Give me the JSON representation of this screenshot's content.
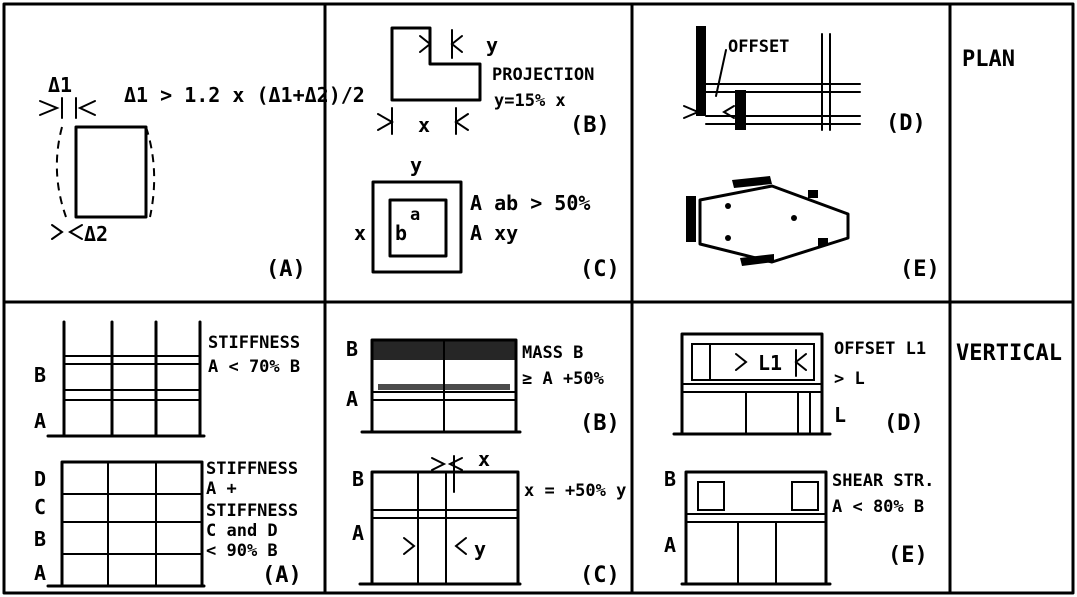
{
  "row_labels": {
    "plan": "PLAN",
    "vertical": "VERTICAL"
  },
  "plan": {
    "a": {
      "delta1": "Δ1",
      "formula": "Δ1 > 1.2 x (Δ1+Δ2)/2",
      "delta2": "Δ2",
      "tag": "(A)"
    },
    "b": {
      "y": "y",
      "x": "x",
      "projection": "PROJECTION",
      "rule": "y=15% x",
      "tag": "(B)"
    },
    "c": {
      "y": "y",
      "x": "x",
      "a": "a",
      "b": "b",
      "rule1": "A ab > 50%",
      "rule2": "A xy",
      "tag": "(C)"
    },
    "d": {
      "offset": "OFFSET",
      "tag": "(D)"
    },
    "e": {
      "tag": "(E)"
    }
  },
  "vertical": {
    "a_top": {
      "B": "B",
      "A": "A",
      "l1": "STIFFNESS",
      "l2": "A < 70% B"
    },
    "a_bottom": {
      "D": "D",
      "C": "C",
      "B": "B",
      "A": "A",
      "l1": "STIFFNESS",
      "l2": "A +",
      "l3": "STIFFNESS",
      "l4": "C and D",
      "l5": "< 90% B",
      "tag": "(A)"
    },
    "b": {
      "B": "B",
      "A": "A",
      "l1": "MASS B",
      "l2": "≥ A +50%",
      "tag": "(B)"
    },
    "c": {
      "B": "B",
      "A": "A",
      "x": "x",
      "y": "y",
      "rule": "x = +50% y",
      "tag": "(C)"
    },
    "d": {
      "l1": "OFFSET L1",
      "l2": "> L",
      "L1": "L1",
      "L": "L",
      "tag": "(D)"
    },
    "e": {
      "B": "B",
      "A": "A",
      "l1": "SHEAR STR.",
      "l2": "A < 80% B",
      "tag": "(E)"
    }
  }
}
